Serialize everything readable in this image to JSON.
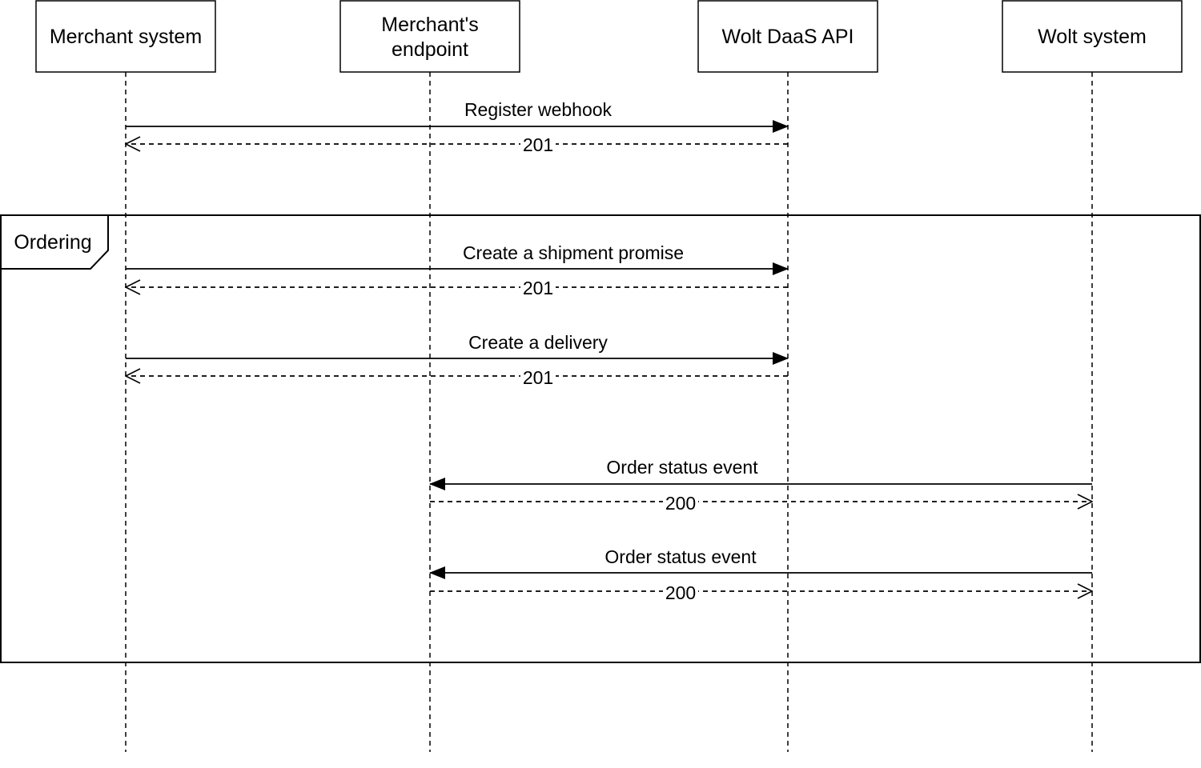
{
  "participants": [
    {
      "id": "merchant_system",
      "lines": [
        "Merchant system"
      ]
    },
    {
      "id": "merchant_endpoint",
      "lines": [
        "Merchant's",
        "endpoint"
      ]
    },
    {
      "id": "wolt_daas_api",
      "lines": [
        "Wolt DaaS API"
      ]
    },
    {
      "id": "wolt_system",
      "lines": [
        "Wolt system"
      ]
    }
  ],
  "frame": {
    "label": "Ordering"
  },
  "messages": [
    {
      "from": "merchant_system",
      "to": "wolt_daas_api",
      "label": "Register webhook",
      "reply": "201"
    },
    {
      "from": "merchant_system",
      "to": "wolt_daas_api",
      "label": "Create a shipment promise",
      "reply": "201"
    },
    {
      "from": "merchant_system",
      "to": "wolt_daas_api",
      "label": "Create a delivery",
      "reply": "201"
    },
    {
      "from": "wolt_system",
      "to": "merchant_endpoint",
      "label": "Order status event",
      "reply": "200"
    },
    {
      "from": "wolt_system",
      "to": "merchant_endpoint",
      "label": "Order status event",
      "reply": "200"
    }
  ]
}
